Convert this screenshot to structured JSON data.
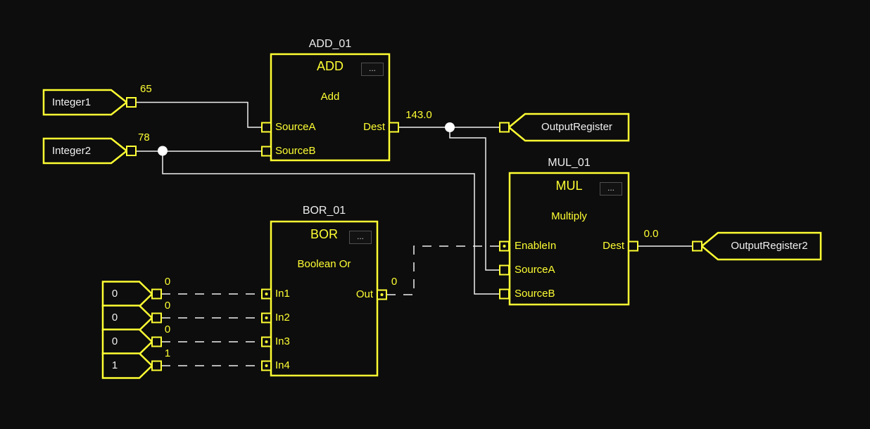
{
  "colors": {
    "background": "#0d0d0d",
    "block_outline": "#ffff33",
    "wire": "#f0f0f0",
    "value_yellow": "#ffff33",
    "tag_text_white": "#f0f0f0",
    "junction_dot": "#ffffff",
    "menu_button_border": "#4f4f4f"
  },
  "blocks": {
    "add": {
      "title": "ADD_01",
      "name": "ADD",
      "menu": "...",
      "description": "Add",
      "pins": {
        "source_a": "SourceA",
        "source_b": "SourceB",
        "dest": "Dest"
      },
      "dest_value": "143.0"
    },
    "mul": {
      "title": "MUL_01",
      "name": "MUL",
      "menu": "...",
      "description": "Multiply",
      "pins": {
        "enable_in": "EnableIn",
        "source_a": "SourceA",
        "source_b": "SourceB",
        "dest": "Dest"
      },
      "dest_value": "0.0"
    },
    "bor": {
      "title": "BOR_01",
      "name": "BOR",
      "menu": "...",
      "description": "Boolean Or",
      "pins": {
        "in1": "In1",
        "in2": "In2",
        "in3": "In3",
        "in4": "In4",
        "out": "Out"
      },
      "out_value": "0"
    }
  },
  "tags": {
    "integer1": {
      "label": "Integer1",
      "wire_value": "65"
    },
    "integer2": {
      "label": "Integer2",
      "wire_value": "78"
    },
    "bool1": {
      "label": "0",
      "wire_value": "0"
    },
    "bool2": {
      "label": "0",
      "wire_value": "0"
    },
    "bool3": {
      "label": "0",
      "wire_value": "0"
    },
    "bool4": {
      "label": "1",
      "wire_value": "1"
    },
    "output_register": {
      "label": "OutputRegister"
    },
    "output_register2": {
      "label": "OutputRegister2"
    }
  }
}
